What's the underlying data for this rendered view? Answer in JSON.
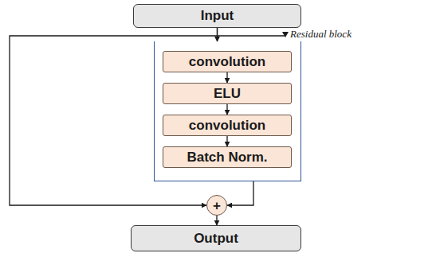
{
  "diagram": {
    "nodes": [
      {
        "text": [
          "Input"
        ]
      },
      {
        "text": [
          "Residual block"
        ]
      },
      {
        "text": [
          "convolution"
        ],
        "in": 1
      },
      {
        "text": [
          "ELU"
        ],
        "in": 1
      },
      {
        "text": [
          "convolution"
        ],
        "in": 1
      },
      {
        "text": [
          "Batch Norm."
        ],
        "in": 1
      },
      {
        "text": [
          "+"
        ]
      },
      {
        "text": [
          "Output"
        ]
      }
    ],
    "edges": [
      {
        "from": 0,
        "to": 1,
        "arrow": "to"
      },
      {
        "from": 2,
        "to": 3,
        "arrow": "to"
      },
      {
        "from": 3,
        "to": 4,
        "arrow": "to"
      },
      {
        "from": 4,
        "to": 5,
        "arrow": "to"
      },
      {
        "from": 1,
        "to": 6,
        "arrow": "to"
      },
      {
        "from": 0,
        "to": 6,
        "arrow": "to"
      },
      {
        "from": 6,
        "to": 7,
        "arrow": "to"
      }
    ]
  }
}
